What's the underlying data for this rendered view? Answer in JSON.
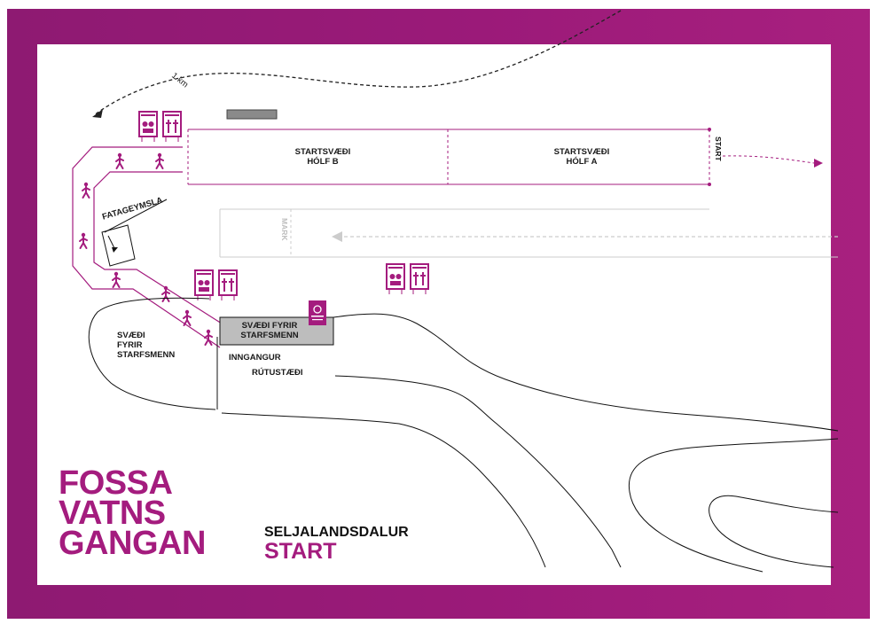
{
  "brand": {
    "line1": "FOSSA",
    "line2": "VATNS",
    "line3": "GANGAN",
    "color": "#a41c7e"
  },
  "location": {
    "place": "SELJALANDSDALUR",
    "subtitle": "START"
  },
  "labels": {
    "distance": "1 km",
    "zone_b_line1": "STARTSVÆÐI",
    "zone_b_line2": "HÓLF B",
    "zone_a_line1": "STARTSVÆÐI",
    "zone_a_line2": "HÓLF A",
    "start_vertical": "START",
    "finish_vertical": "MARK",
    "cloakroom": "FATAGEYMSLA",
    "staff_area_left_1": "SVÆÐI",
    "staff_area_left_2": "FYRIR",
    "staff_area_left_3": "STARFSMENN",
    "staff_box_line1": "SVÆÐI FYRIR",
    "staff_box_line2": "STARFSMENN",
    "entrance": "INNGANGUR",
    "bus_area": "RÚTUSTÆÐI"
  },
  "colors": {
    "frame": "#9b1a79",
    "route": "#a41c7e",
    "finish": "#cccccc",
    "staff_box": "#bdbdbd"
  },
  "icons": [
    "walker-icon",
    "toilet-sign-icon",
    "info-sign-icon"
  ]
}
